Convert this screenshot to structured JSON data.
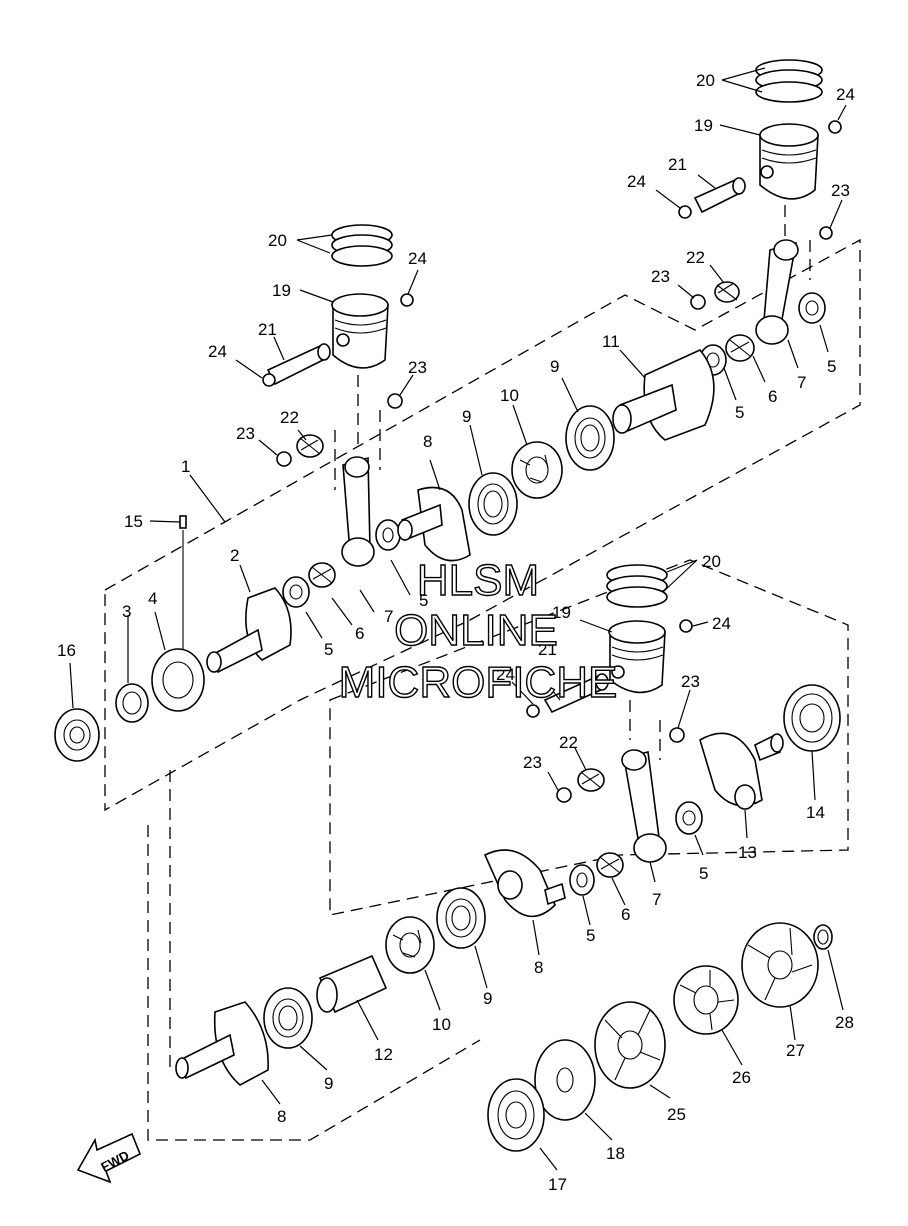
{
  "watermark": {
    "line1": "HLSM",
    "line2": "ONLINE",
    "line3": "MICROFICHE"
  },
  "direction_arrow": {
    "label": "FWD"
  },
  "callouts": [
    {
      "id": "c-20a",
      "text": "20"
    },
    {
      "id": "c-24a",
      "text": "24"
    },
    {
      "id": "c-19a",
      "text": "19"
    },
    {
      "id": "c-21a",
      "text": "21"
    },
    {
      "id": "c-24b",
      "text": "24"
    },
    {
      "id": "c-23a",
      "text": "23"
    },
    {
      "id": "c-22a",
      "text": "22"
    },
    {
      "id": "c-23b",
      "text": "23"
    },
    {
      "id": "c-11",
      "text": "11"
    },
    {
      "id": "c-9a",
      "text": "9"
    },
    {
      "id": "c-10a",
      "text": "10"
    },
    {
      "id": "c-9b",
      "text": "9"
    },
    {
      "id": "c-5a",
      "text": "5"
    },
    {
      "id": "c-6a",
      "text": "6"
    },
    {
      "id": "c-7a",
      "text": "7"
    },
    {
      "id": "c-5b",
      "text": "5"
    },
    {
      "id": "c-20b",
      "text": "20"
    },
    {
      "id": "c-24c",
      "text": "24"
    },
    {
      "id": "c-19b",
      "text": "19"
    },
    {
      "id": "c-21b",
      "text": "21"
    },
    {
      "id": "c-24d",
      "text": "24"
    },
    {
      "id": "c-23c",
      "text": "23"
    },
    {
      "id": "c-22b",
      "text": "22"
    },
    {
      "id": "c-23d",
      "text": "23"
    },
    {
      "id": "c-1",
      "text": "1"
    },
    {
      "id": "c-8a",
      "text": "8"
    },
    {
      "id": "c-15",
      "text": "15"
    },
    {
      "id": "c-2",
      "text": "2"
    },
    {
      "id": "c-3",
      "text": "3"
    },
    {
      "id": "c-4",
      "text": "4"
    },
    {
      "id": "c-16",
      "text": "16"
    },
    {
      "id": "c-5c",
      "text": "5"
    },
    {
      "id": "c-6b",
      "text": "6"
    },
    {
      "id": "c-7b",
      "text": "7"
    },
    {
      "id": "c-5d",
      "text": "5"
    },
    {
      "id": "c-20c",
      "text": "20"
    },
    {
      "id": "c-19c",
      "text": "19"
    },
    {
      "id": "c-24e",
      "text": "24"
    },
    {
      "id": "c-21c",
      "text": "21"
    },
    {
      "id": "c-24f",
      "text": "24"
    },
    {
      "id": "c-23e",
      "text": "23"
    },
    {
      "id": "c-22c",
      "text": "22"
    },
    {
      "id": "c-23f",
      "text": "23"
    },
    {
      "id": "c-14",
      "text": "14"
    },
    {
      "id": "c-13",
      "text": "13"
    },
    {
      "id": "c-5e",
      "text": "5"
    },
    {
      "id": "c-7c",
      "text": "7"
    },
    {
      "id": "c-6c",
      "text": "6"
    },
    {
      "id": "c-5f",
      "text": "5"
    },
    {
      "id": "c-8b",
      "text": "8"
    },
    {
      "id": "c-9c",
      "text": "9"
    },
    {
      "id": "c-10b",
      "text": "10"
    },
    {
      "id": "c-12",
      "text": "12"
    },
    {
      "id": "c-9d",
      "text": "9"
    },
    {
      "id": "c-8c",
      "text": "8"
    },
    {
      "id": "c-28",
      "text": "28"
    },
    {
      "id": "c-27",
      "text": "27"
    },
    {
      "id": "c-26",
      "text": "26"
    },
    {
      "id": "c-25",
      "text": "25"
    },
    {
      "id": "c-18",
      "text": "18"
    },
    {
      "id": "c-17",
      "text": "17"
    }
  ]
}
